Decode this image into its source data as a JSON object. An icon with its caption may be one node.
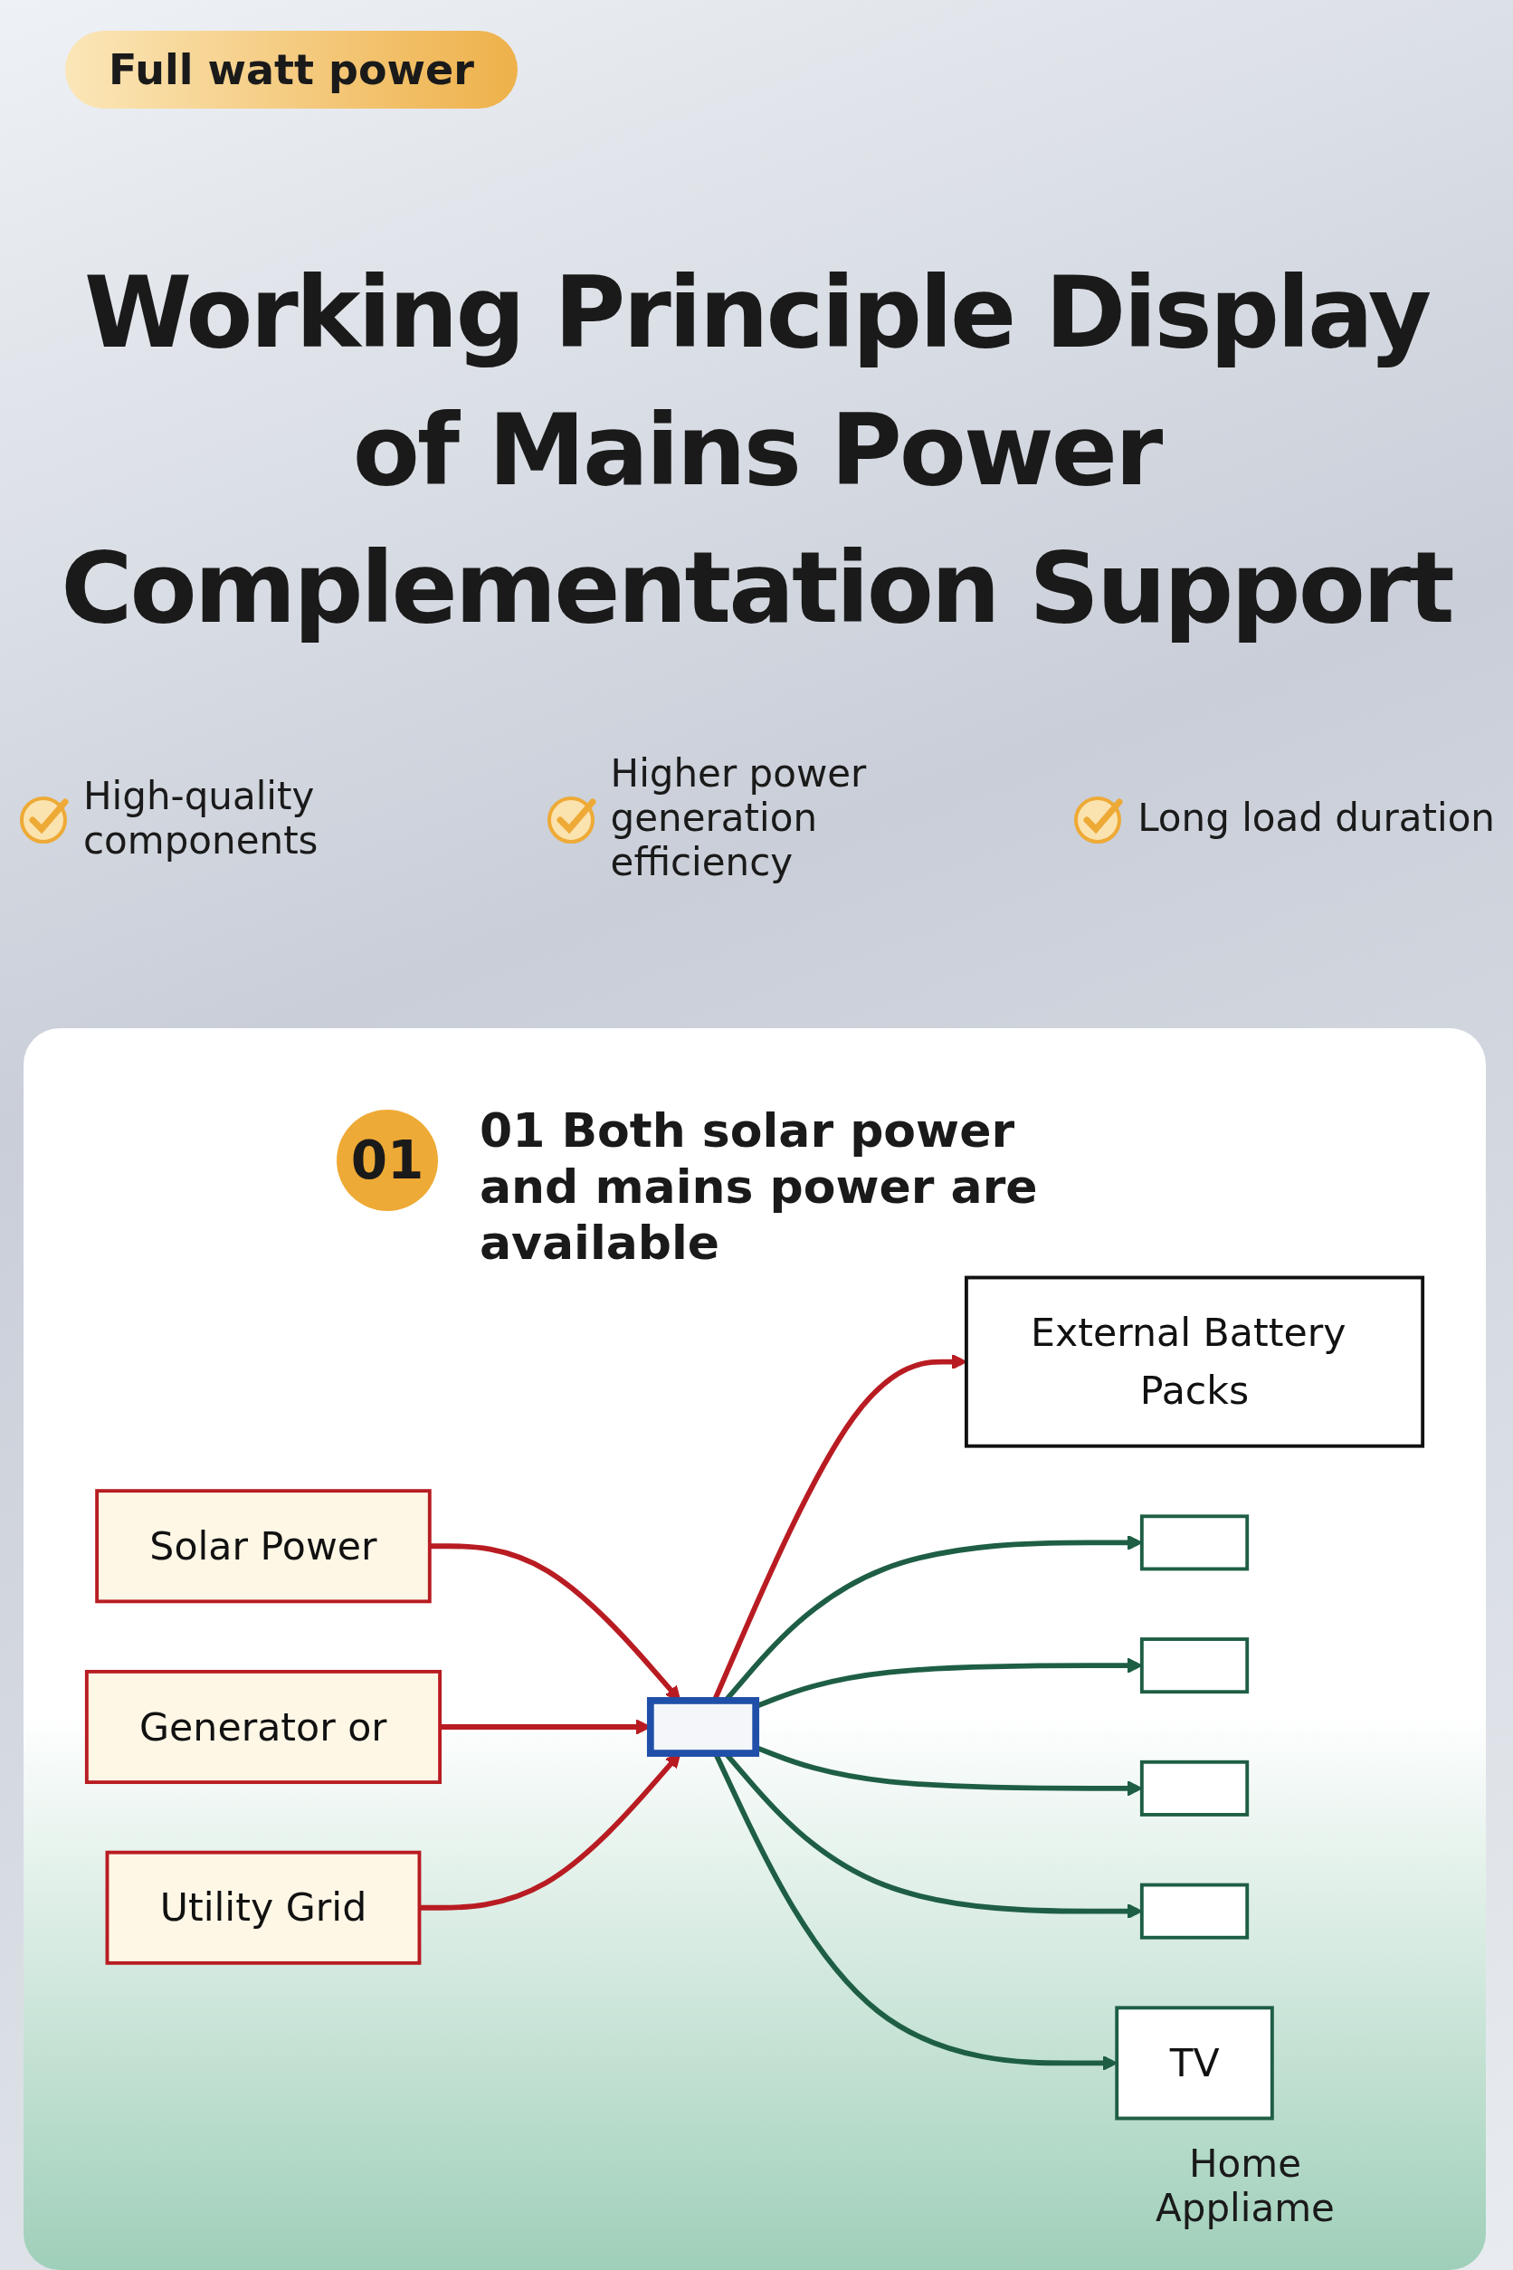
{
  "diagram": {
    "title": "Working Principle Display of Mains Power Complementation Support",
    "nodes": [
      {
        "text": [
          "Solar Power"
        ]
      },
      {
        "text": [
          "Generator or"
        ]
      },
      {
        "text": [
          "Utility Grid"
        ]
      },
      {
        "text": [],
        "shape": "box"
      },
      {
        "text": [
          "External Battery Packs"
        ]
      },
      {
        "text": [],
        "shape": "box"
      },
      {
        "text": [],
        "shape": "box"
      },
      {
        "text": [],
        "shape": "box"
      },
      {
        "text": [],
        "shape": "box"
      },
      {
        "text": [
          "TV"
        ]
      }
    ],
    "edges": [
      {
        "from": 0,
        "to": 3,
        "arrow": "to",
        "color": "#b81c22"
      },
      {
        "from": 1,
        "to": 3,
        "arrow": "to",
        "color": "#b81c22"
      },
      {
        "from": 2,
        "to": 3,
        "arrow": "to",
        "color": "#b81c22"
      },
      {
        "from": 3,
        "to": 4,
        "arrow": "to",
        "color": "#b81c22"
      },
      {
        "from": 3,
        "to": 5,
        "arrow": "to"
      },
      {
        "from": 3,
        "to": 6,
        "arrow": "to"
      },
      {
        "from": 3,
        "to": 7,
        "arrow": "to"
      },
      {
        "from": 3,
        "to": 8,
        "arrow": "to"
      },
      {
        "from": 3,
        "to": 9,
        "arrow": "to"
      }
    ],
    "labels": [
      "Full watt power",
      "High-quality components",
      "Higher power generation efficiency",
      "Long load duration",
      "01",
      "01 Both solar power and mains power are available",
      "Home Appliame"
    ]
  }
}
